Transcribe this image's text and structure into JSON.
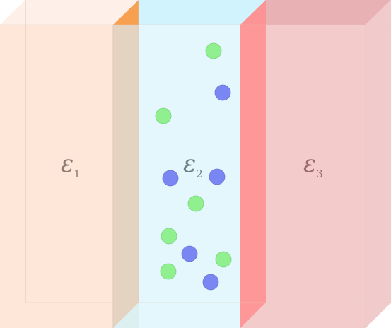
{
  "slabs": [
    {
      "symbol": "ε",
      "subscript": "1",
      "colors": {
        "front": "#fee6d9",
        "top": "#fef0e9",
        "bottom": "#fef0e9",
        "left": "#fed7c0",
        "right": "#e4d3c0",
        "label": "#8d7b73"
      }
    },
    {
      "symbol": "ε",
      "subscript": "2",
      "colors": {
        "front": "#e3f7fd",
        "top": "#d0f3fd",
        "bottom": "#dcf0f1",
        "left": "#e4d3c0",
        "right": "#ff8f8f",
        "label": "#6e7f86"
      }
    },
    {
      "symbol": "ε",
      "subscript": "3",
      "colors": {
        "front": "#f3cbcb",
        "top": "#e8b1b3",
        "bottom": "#e8b1b3",
        "left": "#ff8f8f",
        "right": "#f1cbcb",
        "label": "#9b6a70"
      }
    }
  ],
  "accent_colors": {
    "top_corner": "#f7a050",
    "frame_line": "#e3c7b8"
  },
  "particles": {
    "colors": {
      "green": "#90f090",
      "green_stroke": "#7ad17c",
      "blue": "#7a86f2",
      "blue_stroke": "#6a74d8"
    },
    "items": [
      {
        "kind": "green"
      },
      {
        "kind": "blue"
      },
      {
        "kind": "green"
      },
      {
        "kind": "blue"
      },
      {
        "kind": "blue"
      },
      {
        "kind": "green"
      },
      {
        "kind": "green"
      },
      {
        "kind": "blue"
      },
      {
        "kind": "green"
      },
      {
        "kind": "green"
      },
      {
        "kind": "blue"
      }
    ]
  }
}
